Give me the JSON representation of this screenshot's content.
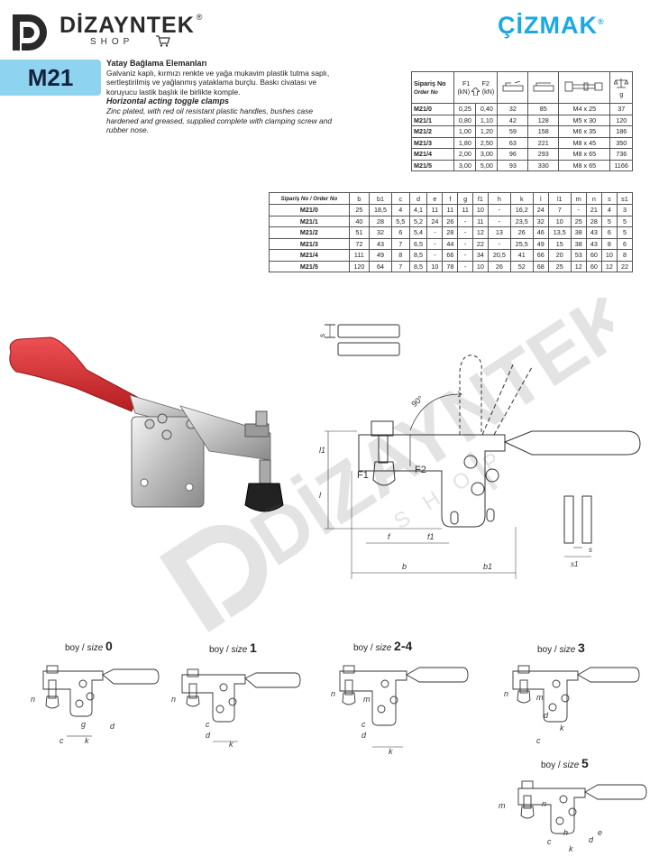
{
  "header": {
    "brand": "DİZAYNTEK",
    "brand_reg": "®",
    "shop": "SHOP",
    "maker": "ÇİZMAK",
    "maker_reg": "®"
  },
  "model": "M21",
  "description": {
    "tr_title": "Yatay Bağlama Elemanları",
    "tr_text": "Galvaniz kaplı, kırmızı renkte ve yağa mukavim plastik tutma saplı, sertleştirilmiş ve yağlanmış yataklama burçlu. Baskı civatası ve koruyucu lastik başlık ile birlikte komple.",
    "en_title": "Horizontal acting toggle clamps",
    "en_text": "Zinc plated, with red oil resistant plastic handles, bushes case hardened and greased, supplied complete with clamping screw and rubber nose."
  },
  "table1": {
    "head_order_tr": "Sipariş No",
    "head_order_en": "Order No",
    "head_f1": "F1",
    "head_f2": "F2",
    "head_kn1": "(kN)",
    "head_kn2": "(kN)",
    "head_g": "g",
    "rows": [
      [
        "M21/0",
        "0,25",
        "0,40",
        "32",
        "85",
        "M4 x 25",
        "37"
      ],
      [
        "M21/1",
        "0,80",
        "1,10",
        "42",
        "128",
        "M5 x 30",
        "120"
      ],
      [
        "M21/2",
        "1,00",
        "1,20",
        "59",
        "158",
        "M6 x 35",
        "186"
      ],
      [
        "M21/3",
        "1,80",
        "2,50",
        "63",
        "221",
        "M8 x 45",
        "350"
      ],
      [
        "M21/4",
        "2,00",
        "3,00",
        "96",
        "293",
        "M8 x 65",
        "736"
      ],
      [
        "M21/5",
        "3,00",
        "5,00",
        "93",
        "330",
        "M8 x 65",
        "1166"
      ]
    ]
  },
  "table2": {
    "head_order": "Sipariş No / Order No",
    "columns": [
      "b",
      "b1",
      "c",
      "d",
      "e",
      "f",
      "g",
      "f1",
      "h",
      "k",
      "l",
      "l1",
      "m",
      "n",
      "s",
      "s1"
    ],
    "rows": [
      [
        "M21/0",
        "25",
        "18,5",
        "4",
        "4,1",
        "11",
        "11",
        "11",
        "10",
        "-",
        "16,2",
        "24",
        "7",
        "-",
        "21",
        "4",
        "3"
      ],
      [
        "M21/1",
        "40",
        "28",
        "5,5",
        "5,2",
        "24",
        "26",
        "-",
        "11",
        "-",
        "23,5",
        "32",
        "10",
        "25",
        "28",
        "5",
        "5"
      ],
      [
        "M21/2",
        "51",
        "32",
        "6",
        "5,4",
        "-",
        "28",
        "-",
        "12",
        "13",
        "26",
        "46",
        "13,5",
        "38",
        "43",
        "6",
        "5"
      ],
      [
        "M21/3",
        "72",
        "43",
        "7",
        "6,5",
        "-",
        "44",
        "-",
        "22",
        "-",
        "25,5",
        "49",
        "15",
        "38",
        "43",
        "8",
        "6"
      ],
      [
        "M21/4",
        "111",
        "49",
        "8",
        "8,5",
        "-",
        "66",
        "-",
        "34",
        "20,5",
        "41",
        "66",
        "20",
        "53",
        "60",
        "10",
        "8"
      ],
      [
        "M21/5",
        "120",
        "64",
        "7",
        "8,5",
        "10",
        "78",
        "-",
        "10",
        "26",
        "52",
        "68",
        "25",
        "12",
        "60",
        "12",
        "22"
      ]
    ]
  },
  "drawing_labels": {
    "angle": "90°",
    "f1_force": "F1",
    "f2_force": "F2",
    "dim_f": "f",
    "dim_f1": "f1",
    "dim_b": "b",
    "dim_b1": "b1",
    "dim_l": "l",
    "dim_l1": "l1",
    "dim_s": "s",
    "dim_s1": "s1"
  },
  "sizes": {
    "prefix": "boy /",
    "word": "size",
    "s0": "0",
    "s1": "1",
    "s24": "2-4",
    "s3": "3",
    "s5": "5"
  },
  "size_dim_labels": {
    "n": "n",
    "m": "m",
    "g": "g",
    "c": "c",
    "k": "k",
    "d": "d",
    "h": "h",
    "e": "e"
  },
  "colors": {
    "brand_blue": "#1ba9e1",
    "tag_bg": "#8ed3f0",
    "handle_red": "#d6262a"
  }
}
